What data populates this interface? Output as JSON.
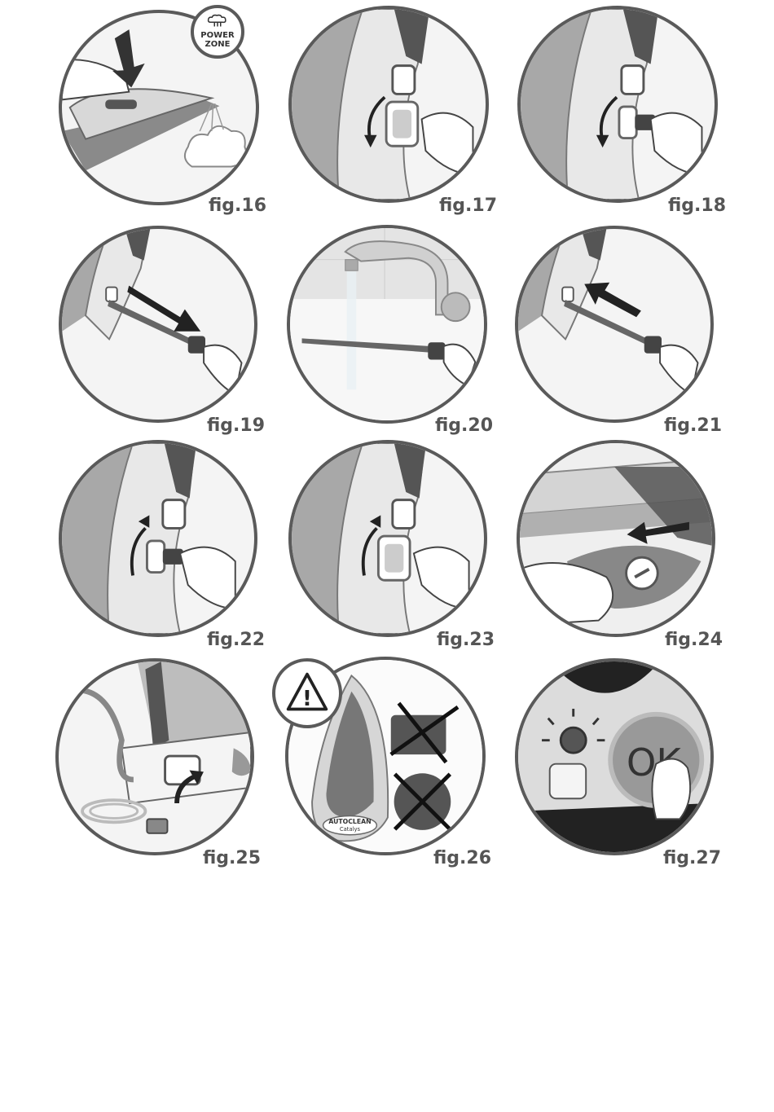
{
  "figures": [
    {
      "id": "16",
      "label": "fig.16"
    },
    {
      "id": "17",
      "label": "fig.17"
    },
    {
      "id": "18",
      "label": "fig.18"
    },
    {
      "id": "19",
      "label": "fig.19"
    },
    {
      "id": "20",
      "label": "fig.20"
    },
    {
      "id": "21",
      "label": "fig.21"
    },
    {
      "id": "22",
      "label": "fig.22"
    },
    {
      "id": "23",
      "label": "fig.23"
    },
    {
      "id": "24",
      "label": "fig.24"
    },
    {
      "id": "25",
      "label": "fig.25"
    },
    {
      "id": "26",
      "label": "fig.26"
    },
    {
      "id": "27",
      "label": "fig.27"
    }
  ],
  "power_zone": {
    "line1": "POWER",
    "line2": "ZONE"
  },
  "autoclean": {
    "line1": "AUTOCLEAN",
    "line2": "Catalys"
  },
  "ok_button": "OK",
  "warning_symbol": "!"
}
